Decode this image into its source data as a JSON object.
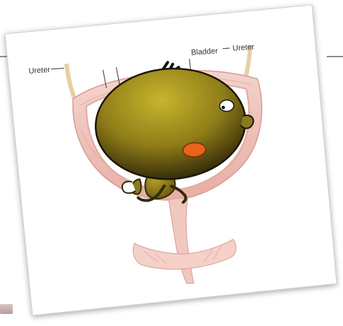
{
  "diagram": {
    "labels": {
      "ureter_left": "Ureter",
      "bladder": "Bladder",
      "ureter_right": "Ureter"
    }
  },
  "colors": {
    "paper": "#ffffff",
    "tissue": "#f1c6be",
    "tissue_dark": "#d69b92",
    "character_skin": "#8f7d18",
    "mouth": "#e8641a"
  }
}
